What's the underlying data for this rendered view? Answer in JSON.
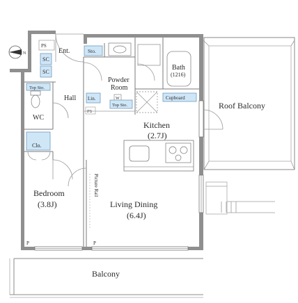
{
  "labels": {
    "ent": "Ent.",
    "sto": "Sto.",
    "sc1": "SC",
    "sc2": "SC",
    "topsto1": "Top Sto.",
    "hall": "Hall",
    "wc": "WC",
    "clo": "Clo.",
    "powder_l1": "Powder",
    "powder_l2": "Room",
    "lin": "Lin.",
    "w": "W",
    "topsto2": "Top Sto.",
    "ps1": "PS",
    "ps2": "PS",
    "bath_l1": "Bath",
    "bath_l2": "(1216)",
    "cupboard": "Cupboard",
    "kitchen_l1": "Kitchen",
    "kitchen_l2": "(2.7J)",
    "roof_balcony": "Roof Balcony",
    "bedroom_l1": "Bedroom",
    "bedroom_l2": "(3.8J)",
    "picture_rail": "Picture Rail",
    "living_l1": "Living Dining",
    "living_l2": "(6.4J)",
    "balcony": "Balcony",
    "p1": "P",
    "p2": "P",
    "north": "N"
  },
  "colors": {
    "wall": "#8f8f8f",
    "storage_fill": "#cfe6f7",
    "storage_stroke": "#6f9bbd"
  }
}
